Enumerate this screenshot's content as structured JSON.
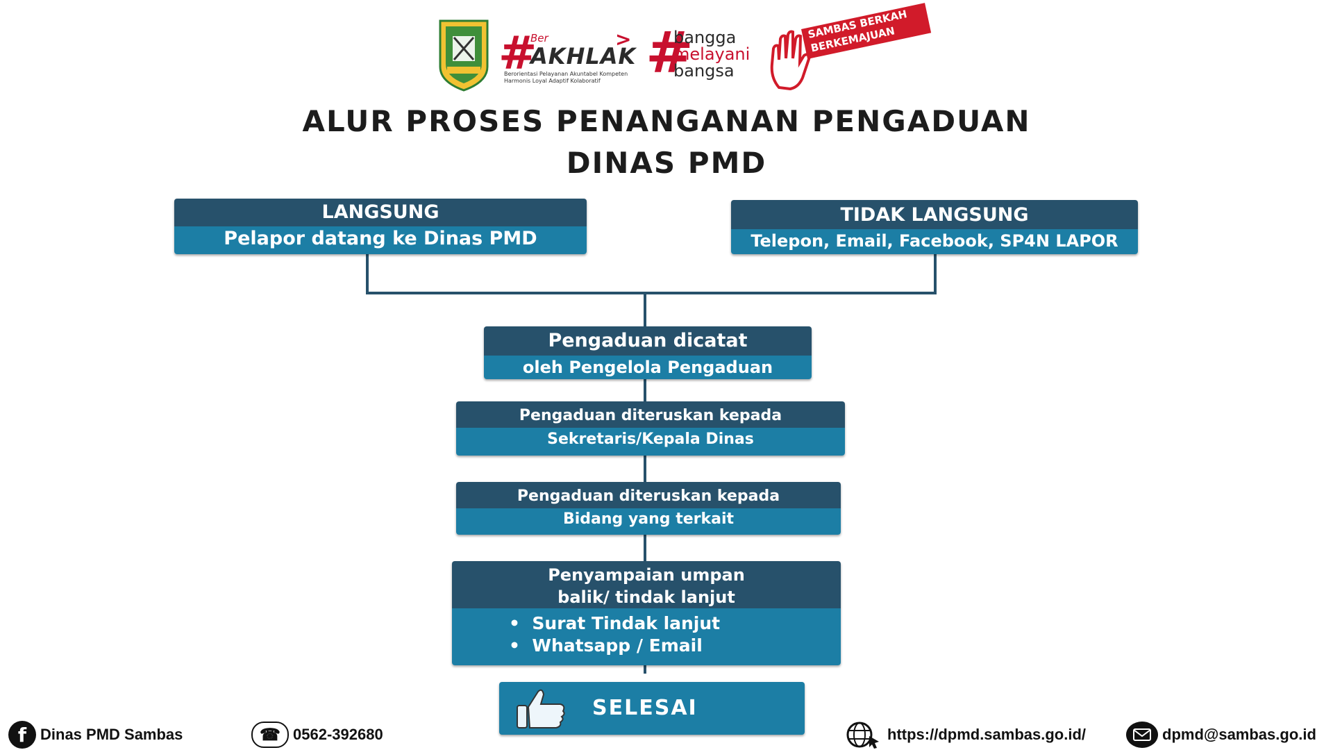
{
  "logos": {
    "crest": "sambas-crest-logo",
    "akhlak": {
      "hash": "#",
      "ber": "Ber",
      "word": "AKHLAK",
      "tagline_1": "Berorientasi Pelayanan Akuntabel Kompeten",
      "tagline_2": "Harmonis Loyal Adaptif Kolaboratif"
    },
    "bangga": {
      "hash": "#",
      "line1": "bangga",
      "line2": "melayani",
      "line3": "bangsa"
    },
    "sambas": {
      "line1": "SAMBAS BERKAH",
      "line2": "BERKEMAJUAN"
    }
  },
  "title": {
    "line1": "ALUR PROSES PENANGANAN PENGADUAN",
    "line2": "DINAS PMD"
  },
  "flow": {
    "langsung": {
      "head": "LANGSUNG",
      "body": "Pelapor datang ke Dinas PMD"
    },
    "tidak_langsung": {
      "head": "TIDAK LANGSUNG",
      "body": "Telepon, Email, Facebook, SP4N LAPOR"
    },
    "step1": {
      "head": "Pengaduan dicatat",
      "body": "oleh Pengelola Pengaduan"
    },
    "step2": {
      "head": "Pengaduan diteruskan kepada",
      "body": "Sekretaris/Kepala Dinas"
    },
    "step3": {
      "head": "Pengaduan diteruskan kepada",
      "body": "Bidang yang terkait"
    },
    "step4": {
      "head_1": "Penyampaian umpan",
      "head_2": "balik/ tindak lanjut",
      "items": [
        "Surat Tindak lanjut",
        "Whatsapp / Email"
      ]
    },
    "end": {
      "label": "SELESAI",
      "icon": "thumbs-up-icon"
    }
  },
  "footer": {
    "facebook": "Dinas PMD Sambas",
    "phone": "0562-392680",
    "website": "https://dpmd.sambas.go.id/",
    "email": "dpmd@sambas.go.id"
  },
  "colors": {
    "header": "#27516b",
    "body": "#1c7ea5",
    "accent_red": "#c8102e"
  }
}
